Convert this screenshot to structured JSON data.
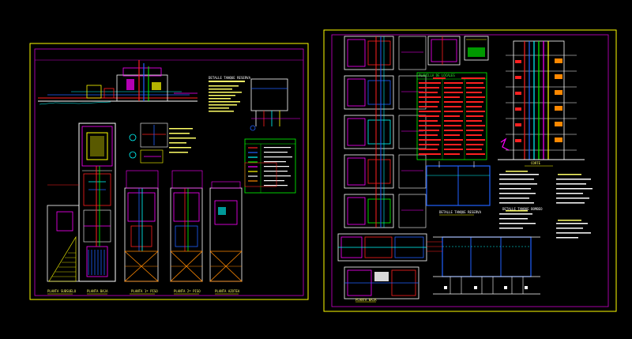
{
  "colors": {
    "background": "#000000",
    "sheet_border": "#ffff00",
    "inner_border": "#cc00cc",
    "walls": "#ffffff",
    "pipes_red": "#ff2020",
    "pipes_blue": "#2060ff",
    "pipes_cyan": "#00ffff",
    "pipes_green": "#00ff00",
    "pipes_magenta": "#ff00ff",
    "text": "#ffff66"
  },
  "sheet_left": {
    "labels": {
      "plan_1": "PLANTA SUBSUELO",
      "plan_2": "PLANTA BAJA",
      "plan_3": "PLANTA 1º PISO",
      "plan_4": "PLANTA 2º PISO",
      "plan_5": "PLANTA AZOTEA",
      "detail_tank": "DETALLE TANQUE RESERVA"
    }
  },
  "sheet_right": {
    "labels": {
      "elevation": "CORTE",
      "plan_bottom": "PLANTA BAJA",
      "tank_detail_1": "DETALLE TANQUE RESERVA",
      "tank_detail_2": "DETALLE TANQUE BOMBEO",
      "notes_title": "PLANILLA DE LOCALES"
    }
  }
}
